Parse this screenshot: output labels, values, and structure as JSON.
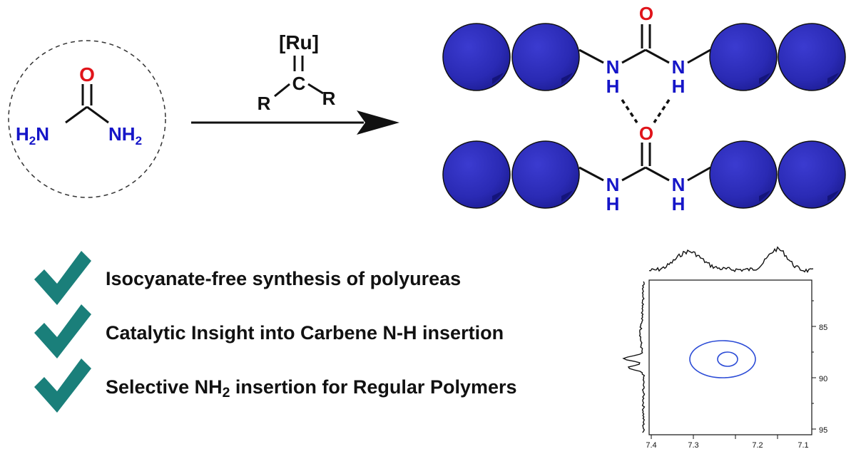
{
  "colors": {
    "heteroatom_blue": "#1515c8",
    "oxygen_red": "#e0141a",
    "bead_fill": "#2a2ab4",
    "bead_dark": "#14147a",
    "check_teal": "#1a7f7a",
    "contour_blue": "#2b4bd6"
  },
  "icons": [
    "check-icon",
    "polymer-bead",
    "reaction-arrow"
  ],
  "urea": {
    "oxygen": "O",
    "left_amine": "H2N",
    "right_amine": "NH2"
  },
  "catalyst": {
    "metal": "[Ru]",
    "carbon": "C",
    "left_group": "R",
    "right_group": "R"
  },
  "polymer": {
    "top_oxygen": "O",
    "top_nitrogens": [
      "N",
      "N"
    ],
    "top_hydrogens": [
      "H",
      "H"
    ],
    "bottom_oxygen": "O",
    "bottom_nitrogens": [
      "N",
      "N"
    ],
    "bottom_hydrogens": [
      "H",
      "H"
    ]
  },
  "benefits": [
    {
      "text": "Isocyanate-free synthesis of polyureas"
    },
    {
      "text": "Catalytic Insight into Carbene N-H insertion"
    },
    {
      "text_before": "Selective NH",
      "subscript": "2",
      "text_after": " insertion for Regular Polymers"
    }
  ],
  "spectrum": {
    "y_ticks": [
      "85",
      "90",
      "95"
    ],
    "x_ticks": [
      "7.4",
      "7.3",
      "7.2",
      "7.1"
    ]
  }
}
